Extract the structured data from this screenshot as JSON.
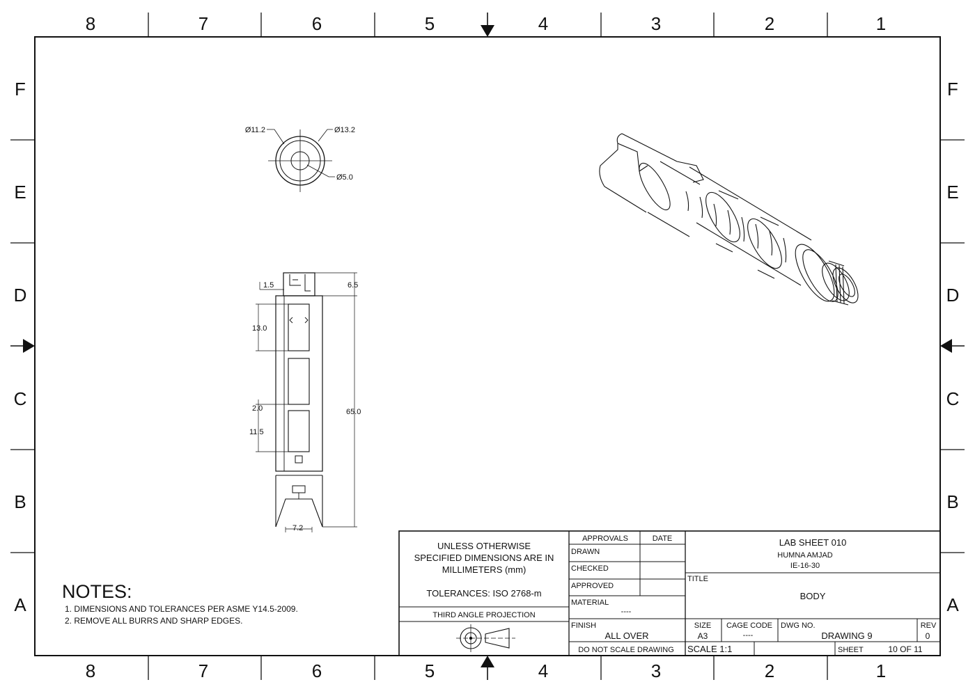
{
  "sheet": {
    "zones": {
      "cols": [
        "8",
        "7",
        "6",
        "5",
        "4",
        "3",
        "2",
        "1"
      ],
      "rows": [
        "F",
        "E",
        "D",
        "C",
        "B",
        "A"
      ]
    }
  },
  "front_view": {
    "dims": {
      "inner_bore": "Ø11.2",
      "outer": "Ø13.2",
      "center": "Ø5.0"
    }
  },
  "side_view": {
    "dims": {
      "top_offset": "1.5",
      "head": "6.5",
      "window": "13.0",
      "total": "65.0",
      "gap": "2.0",
      "lower_window": "11.5",
      "base_width": "7.2"
    }
  },
  "notes": {
    "heading": "NOTES:",
    "items": [
      "1. DIMENSIONS AND TOLERANCES PER ASME Y14.5-2009.",
      "2. REMOVE ALL BURRS AND SHARP EDGES."
    ]
  },
  "title_block": {
    "units_line1": "UNLESS OTHERWISE",
    "units_line2": "SPECIFIED DIMENSIONS ARE IN",
    "units_line3": "MILLIMETERS (mm)",
    "tolerances": "TOLERANCES: ISO 2768-m",
    "projection": "THIRD ANGLE PROJECTION",
    "approvals_header": "APPROVALS",
    "date_header": "DATE",
    "drawn_label": "DRAWN",
    "checked_label": "CHECKED",
    "approved_label": "APPROVED",
    "material_label": "MATERIAL",
    "material_value": "----",
    "finish_label": "FINISH",
    "finish_value": "ALL OVER",
    "do_not_scale": "DO NOT SCALE DRAWING",
    "lab_sheet": "LAB SHEET 010",
    "author": "HUMNA AMJAD",
    "roll_no": "IE-16-30",
    "title_label": "TITLE",
    "title_value": "BODY",
    "size_label": "SIZE",
    "size_value": "A3",
    "cage_label": "CAGE CODE",
    "cage_value": "----",
    "dwg_label": "DWG NO.",
    "dwg_value": "DRAWING 9",
    "rev_label": "REV",
    "rev_value": "0",
    "scale": "SCALE 1:1",
    "sheet_label": "SHEET",
    "sheet_value": "10 OF 11"
  }
}
